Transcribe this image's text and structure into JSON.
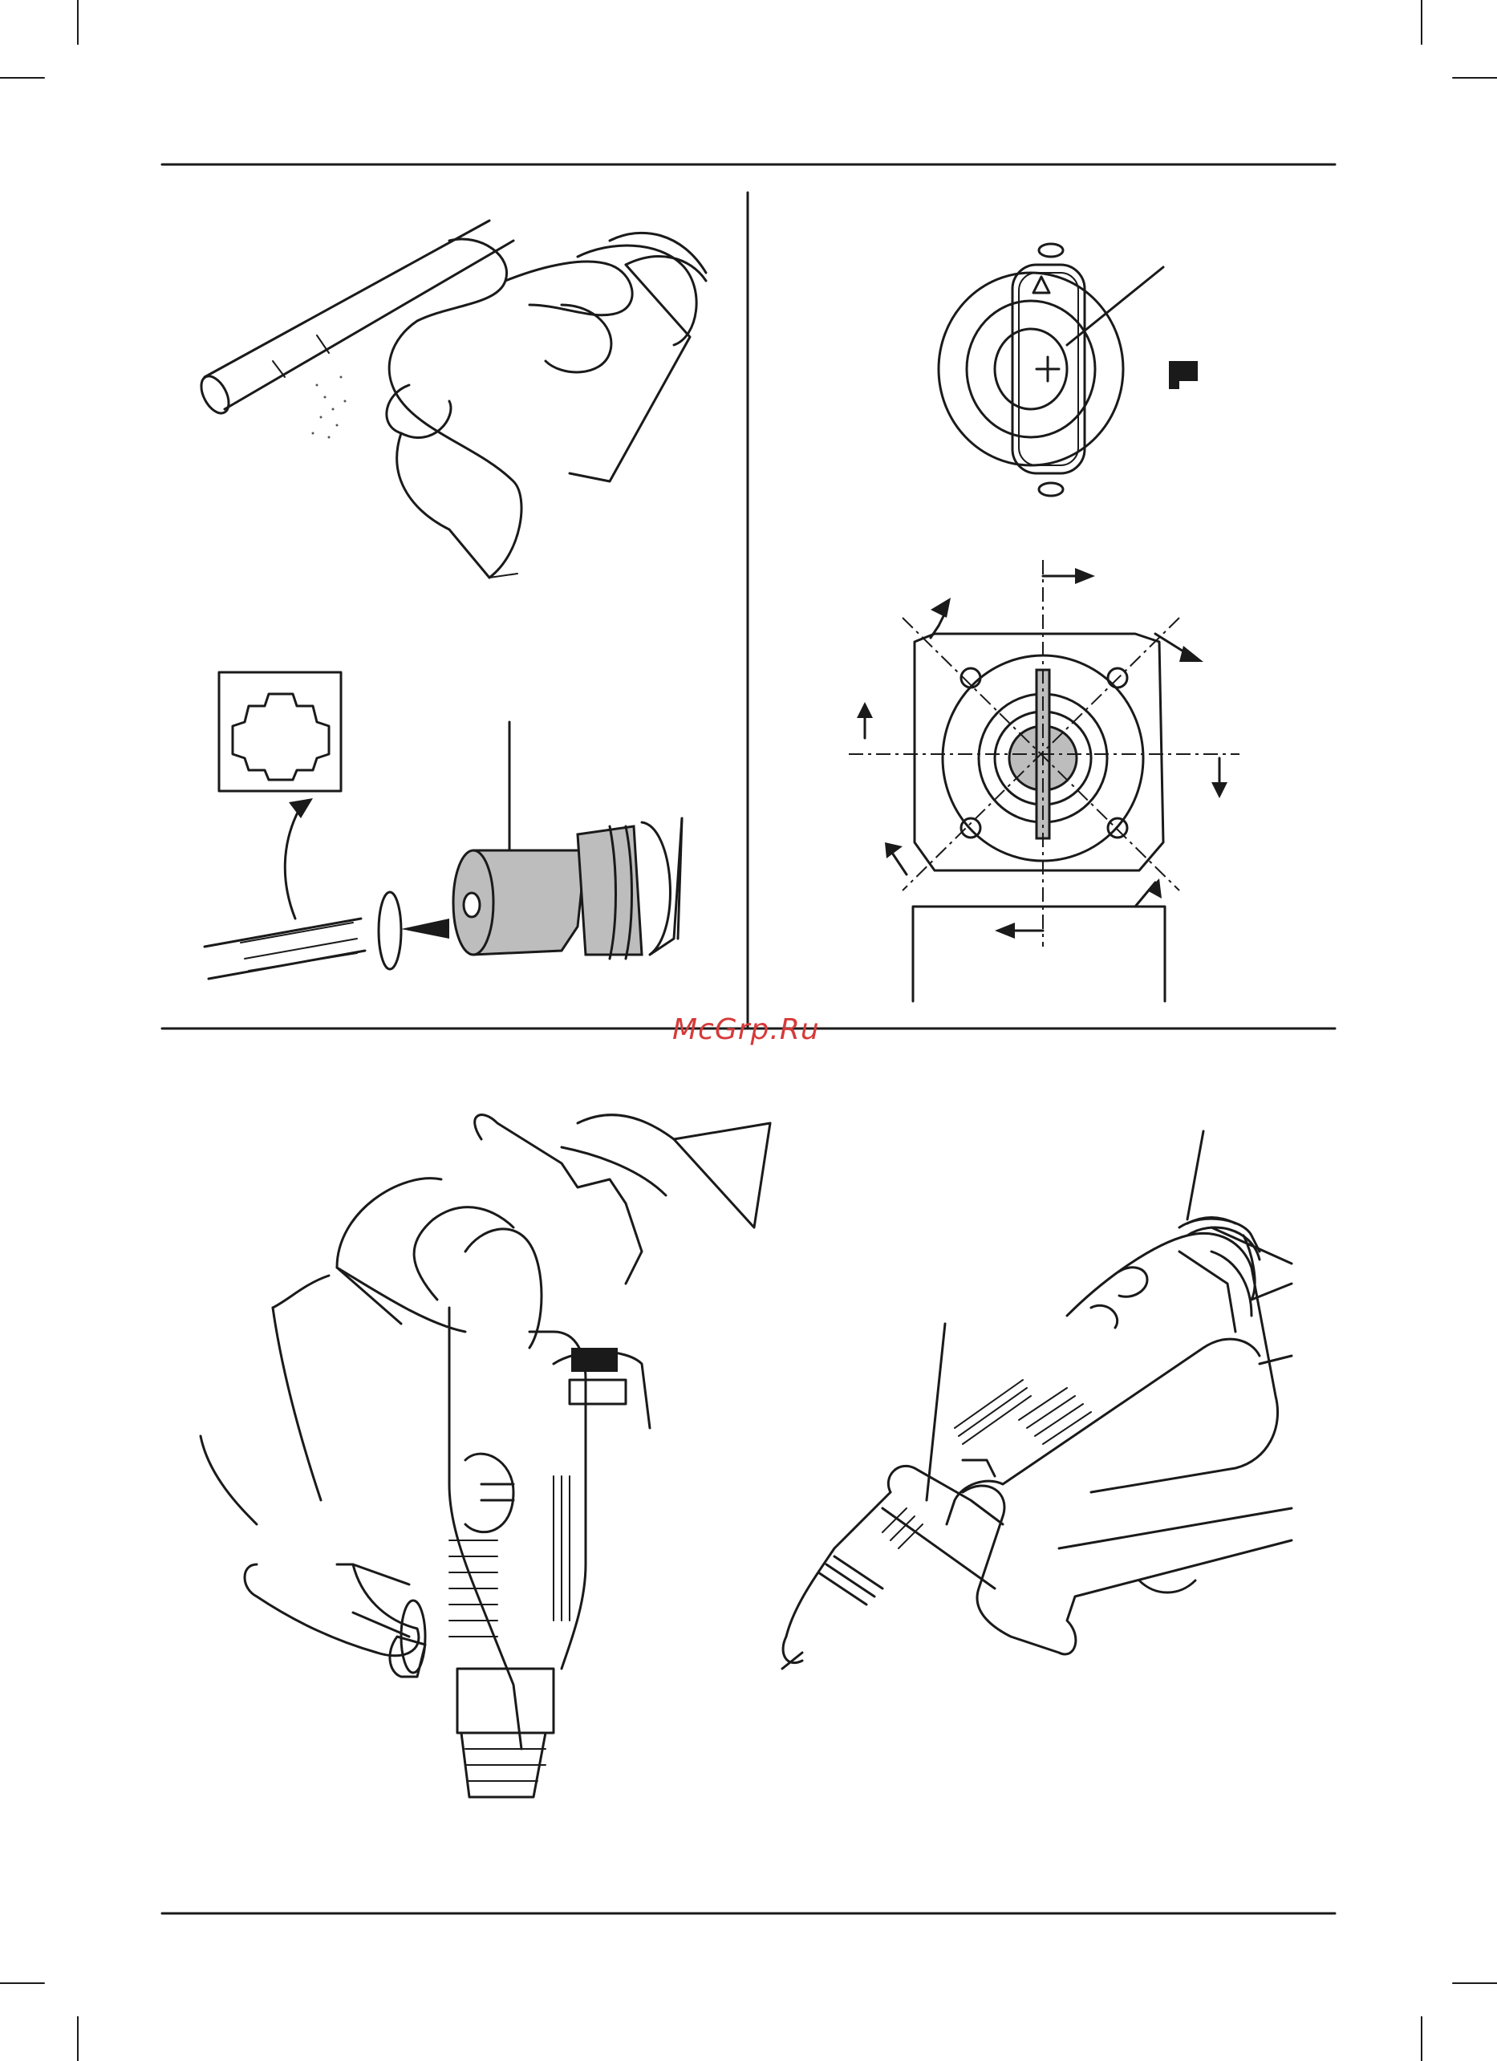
{
  "watermark": {
    "text": "McGrp.Ru",
    "color": "#d63a3a"
  },
  "figures": [
    {
      "id": "clean-bit-shank",
      "icon": "hand-wiping-bit-icon"
    },
    {
      "id": "insert-bit-into-chuck",
      "icon": "chuck-insert-icon"
    },
    {
      "id": "mode-selector-switch",
      "icon": "mode-selector-icon"
    },
    {
      "id": "side-handle-positions",
      "icon": "side-handle-rotation-icon"
    },
    {
      "id": "vertical-drilling-grip",
      "icon": "drill-vertical-grip-icon"
    },
    {
      "id": "horizontal-drilling-grip",
      "icon": "drill-horizontal-grip-icon"
    }
  ]
}
